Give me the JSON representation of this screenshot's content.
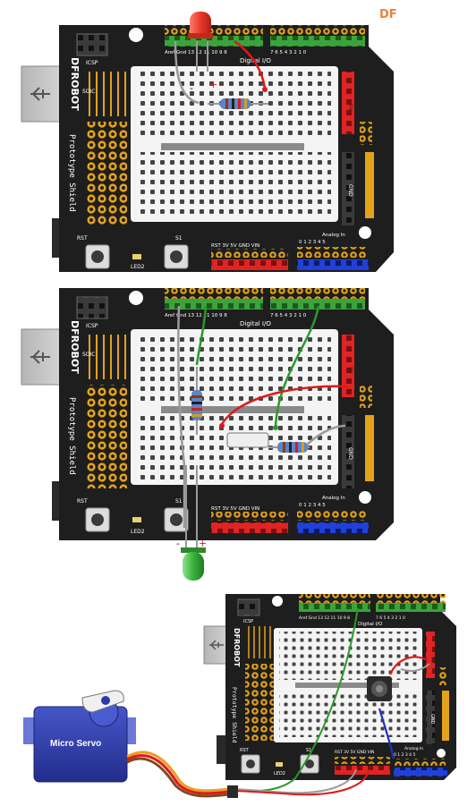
{
  "corner_tag": "DF",
  "shield": {
    "brand": "DFROBOT",
    "subtitle": "Prototype Shield",
    "icsp": "ICSP",
    "soic": "SOIC",
    "digital_io": "Digital I/O",
    "analog_in": "Analog In",
    "rst": "RST",
    "s1": "S1",
    "led2": "LED2",
    "gnd_side": "GND",
    "v5_side": "5V",
    "top_pins_left": "Aref Gnd 13 12 11 10 9 8",
    "top_pins_right": "7 6 5 4 3 2 1 0",
    "power_pins": "RST 3V 5V GND VIN",
    "analog_pins": "0 1 2 3 4 5",
    "led_minus": "-",
    "led_plus": "+"
  },
  "servo": {
    "label": "Micro Servo"
  },
  "colors": {
    "board": "#1e1e1e",
    "breadboard": "#f4f4f4",
    "header_green": "#3ba33b",
    "header_red": "#e02424",
    "header_blue": "#2040d8",
    "pad_gold": "#e3a21a",
    "led_red": "#e83a2a",
    "led_green": "#39b13a",
    "servo_blue": "#2b3aa8",
    "wire_red": "#e01818",
    "wire_green": "#2a9a2a",
    "wire_grey": "#9a9a9a",
    "wire_blue": "#2030c0"
  }
}
